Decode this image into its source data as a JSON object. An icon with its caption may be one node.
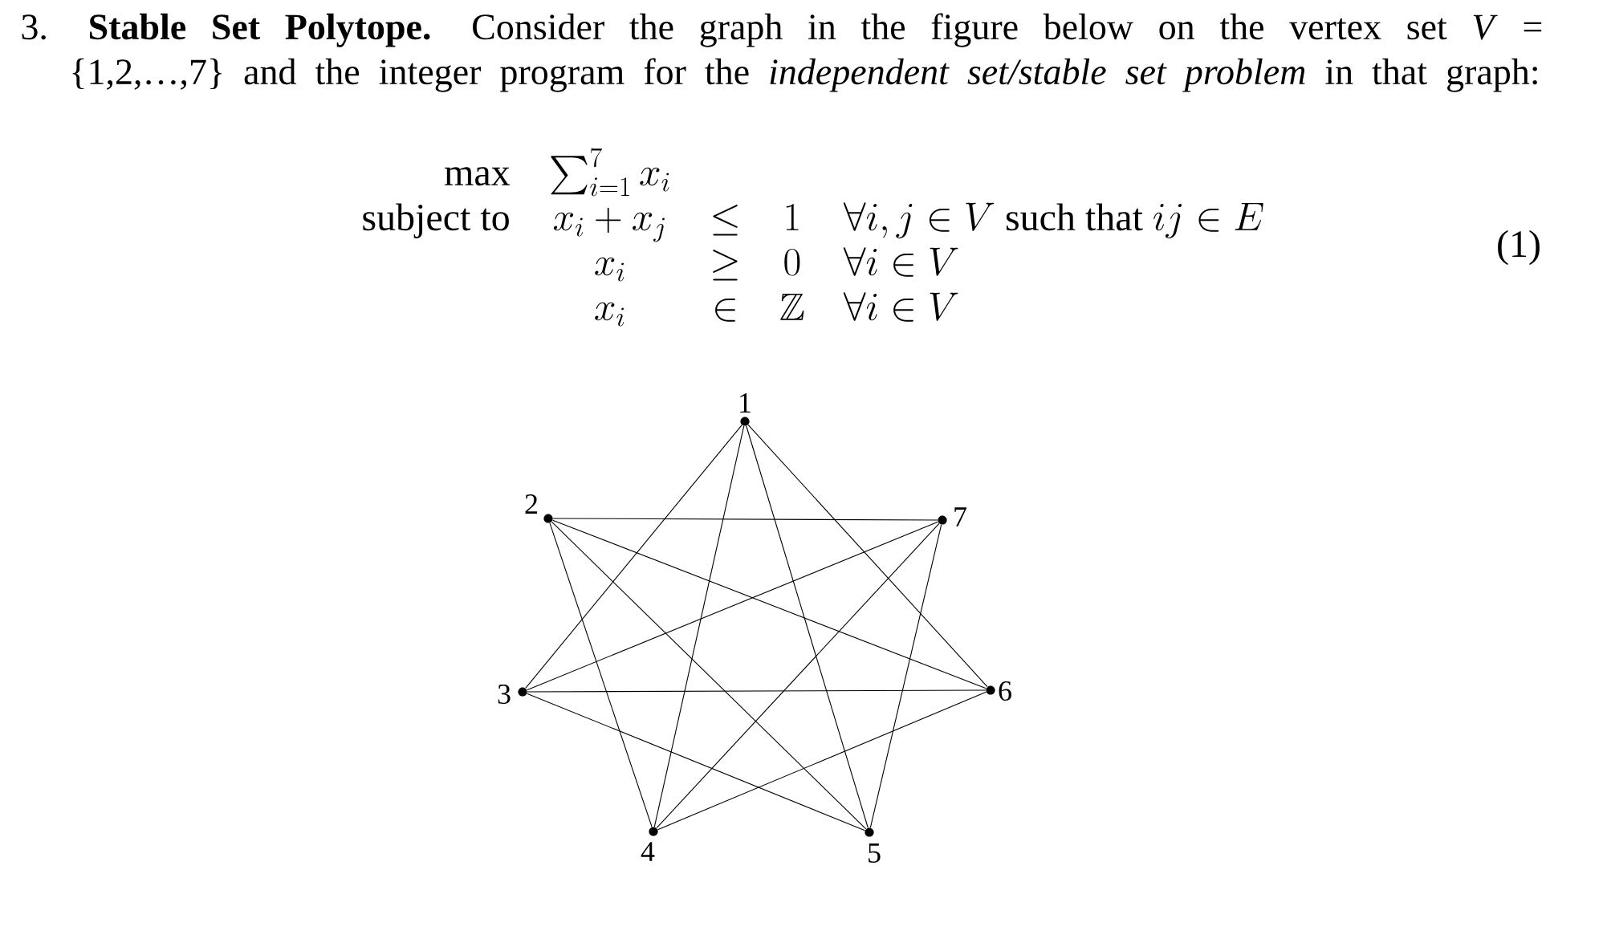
{
  "diagram": {
    "nodes": [
      {
        "text": [
          "1"
        ]
      },
      {
        "text": [
          "2"
        ]
      },
      {
        "text": [
          "7"
        ]
      },
      {
        "text": [
          "3"
        ]
      },
      {
        "text": [
          "6"
        ]
      },
      {
        "text": [
          "4"
        ]
      },
      {
        "text": [
          "5"
        ]
      }
    ],
    "edges": [
      {
        "from": 0,
        "to": 3,
        "arrow": "none"
      },
      {
        "from": 0,
        "to": 5,
        "arrow": "none"
      },
      {
        "from": 0,
        "to": 6,
        "arrow": "none"
      },
      {
        "from": 0,
        "to": 4,
        "arrow": "none"
      },
      {
        "from": 1,
        "to": 2,
        "arrow": "none"
      },
      {
        "from": 1,
        "to": 5,
        "arrow": "none"
      },
      {
        "from": 1,
        "to": 6,
        "arrow": "none"
      },
      {
        "from": 1,
        "to": 4,
        "arrow": "none"
      },
      {
        "from": 2,
        "to": 3,
        "arrow": "none"
      },
      {
        "from": 2,
        "to": 5,
        "arrow": "none"
      },
      {
        "from": 2,
        "to": 6,
        "arrow": "none"
      },
      {
        "from": 3,
        "to": 4,
        "arrow": "none"
      },
      {
        "from": 3,
        "to": 6,
        "arrow": "none"
      },
      {
        "from": 4,
        "to": 5,
        "arrow": "none"
      }
    ],
    "labels": [
      "3. **Stable Set Polytope.** Consider the graph in the figure below on the vertex set *V* = {1,2,…,7} and the integer program for the *independent set/stable set problem* in that graph:",
      "\\begin{array}{rcccl} \\max & \\sum_{i=1}^{7} x_i & & & \\\\ \\text{subject to} & x_i + x_j & \\leq & 1 & \\forall i, j \\in V \\text{ such that } ij \\in E \\\\ & x_i & \\geq & 0 & \\forall i \\in V \\\\ & x_i & \\in & \\mathbb{Z} & \\forall i \\in V \\end{array}",
      "(1)"
    ]
  }
}
